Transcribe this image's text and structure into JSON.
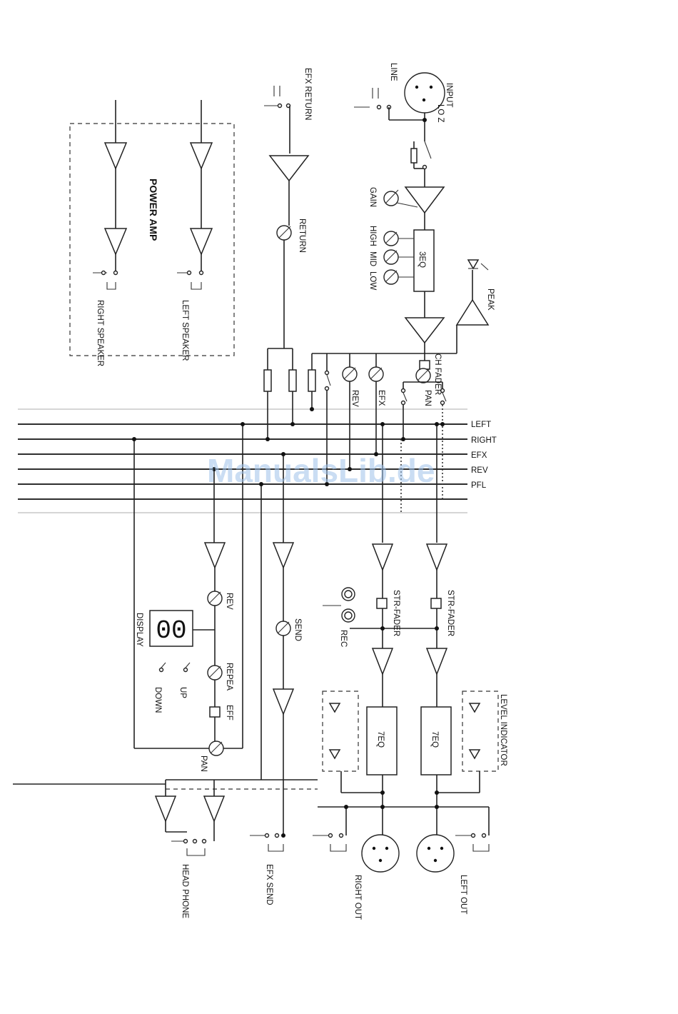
{
  "power_amp": {
    "title": "POWER AMP",
    "right_speaker": "RIGHT SPEAKER",
    "left_speaker": "LEFT SPEAKER"
  },
  "efx_return": "EFX RETURN",
  "return": "RETURN",
  "input": {
    "line": "LINE",
    "input": "INPUT",
    "lo_z": "LO Z"
  },
  "gain": "GAIN",
  "eq": {
    "high": "HIGH",
    "mid": "MID",
    "low": "LOW",
    "block": "3EQ"
  },
  "peak": "PEAK",
  "ch_fader": "CH FADER",
  "pan": "PAN",
  "efx": "EFX",
  "rev": "REV",
  "buses": [
    "LEFT",
    "RIGHT",
    "EFX",
    "REV",
    "PFL"
  ],
  "str_fader": "STR-FADER",
  "rec": "REC",
  "send": "SEND",
  "display": "DISPLAY",
  "repea": "REPEA",
  "eff": "EFF",
  "up": "UP",
  "down": "DOWN",
  "seven_eq": "7EQ",
  "level_indicator": "LEVEL INDICATOR",
  "head_phone": "HEAD PHONE",
  "efx_send": "EFX SEND",
  "right_out": "RIGHT OUT",
  "left_out": "LEFT OUT",
  "watermark": "ManualsLib.de"
}
